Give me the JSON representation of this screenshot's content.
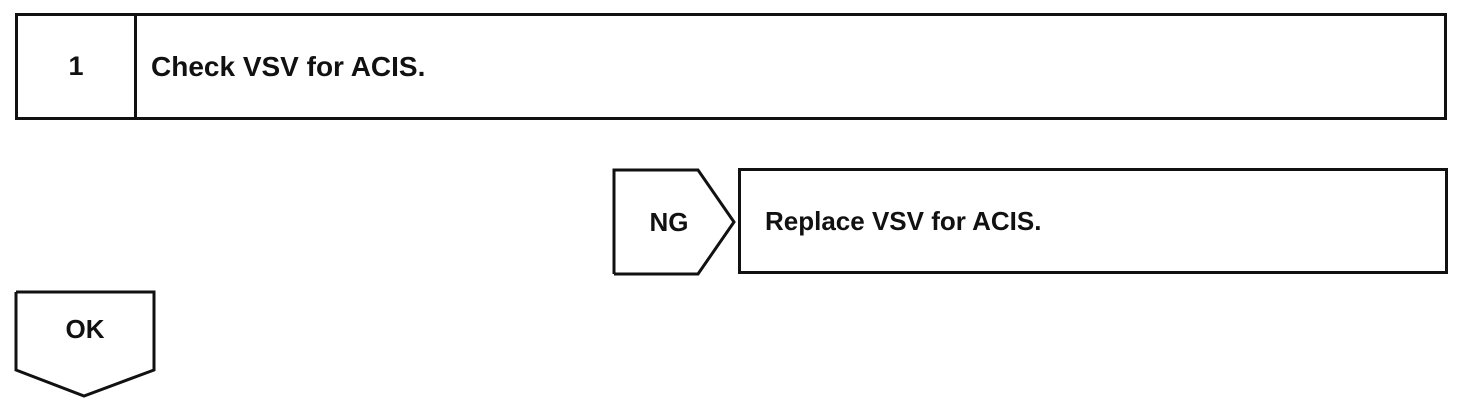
{
  "step": {
    "number": "1",
    "title": "Check VSV for ACIS."
  },
  "ng_branch": {
    "label": "NG",
    "action": "Replace VSV for ACIS."
  },
  "ok_branch": {
    "label": "OK"
  }
}
